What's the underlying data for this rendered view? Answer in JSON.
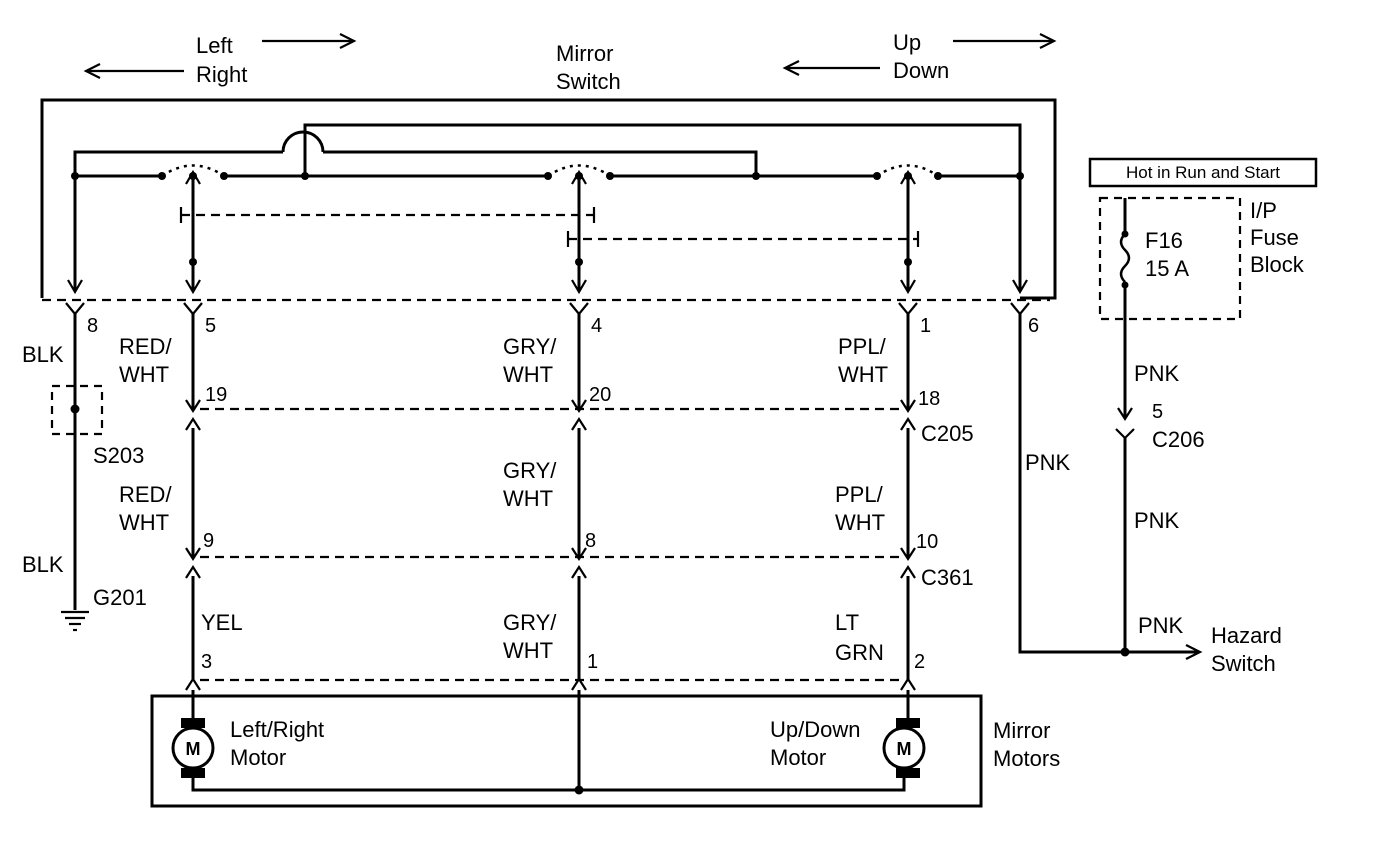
{
  "switch_labels": {
    "left": "Left",
    "right": "Right",
    "mirror_switch_line1": "Mirror",
    "mirror_switch_line2": "Switch",
    "up": "Up",
    "down": "Down"
  },
  "switch_pins": [
    "8",
    "5",
    "4",
    "1",
    "6"
  ],
  "wire_colors": {
    "blk_upper": "BLK",
    "blk_lower": "BLK",
    "red_wht_1a": "RED/",
    "red_wht_1b": "WHT",
    "red_wht_2a": "RED/",
    "red_wht_2b": "WHT",
    "gry_wht_1a": "GRY/",
    "gry_wht_1b": "WHT",
    "gry_wht_2a": "GRY/",
    "gry_wht_2b": "WHT",
    "gry_wht_3a": "GRY/",
    "gry_wht_3b": "WHT",
    "ppl_wht_1a": "PPL/",
    "ppl_wht_1b": "WHT",
    "ppl_wht_2a": "PPL/",
    "ppl_wht_2b": "WHT",
    "yel": "YEL",
    "lt_grn_a": "LT",
    "lt_grn_b": "GRN",
    "pnk_left": "PNK",
    "pnk_1": "PNK",
    "pnk_2": "PNK",
    "pnk_3": "PNK"
  },
  "connectors": {
    "c205": {
      "name": "C205",
      "pins": [
        "19",
        "20",
        "18"
      ]
    },
    "c361": {
      "name": "C361",
      "pins": [
        "9",
        "8",
        "10"
      ]
    },
    "c206": {
      "name": "C206",
      "pin": "5"
    },
    "motor_pins": [
      "3",
      "1",
      "2"
    ]
  },
  "splice": "S203",
  "ground": "G201",
  "fuse_block": {
    "header": "Hot in Run and Start",
    "fuse": "F16",
    "rating": "15 A",
    "name_line1": "I/P",
    "name_line2": "Fuse",
    "name_line3": "Block"
  },
  "hazard": {
    "line1": "Hazard",
    "line2": "Switch"
  },
  "motors": {
    "left_right_line1": "Left/Right",
    "left_right_line2": "Motor",
    "up_down_line1": "Up/Down",
    "up_down_line2": "Motor",
    "symbol": "M",
    "assembly_line1": "Mirror",
    "assembly_line2": "Motors"
  }
}
